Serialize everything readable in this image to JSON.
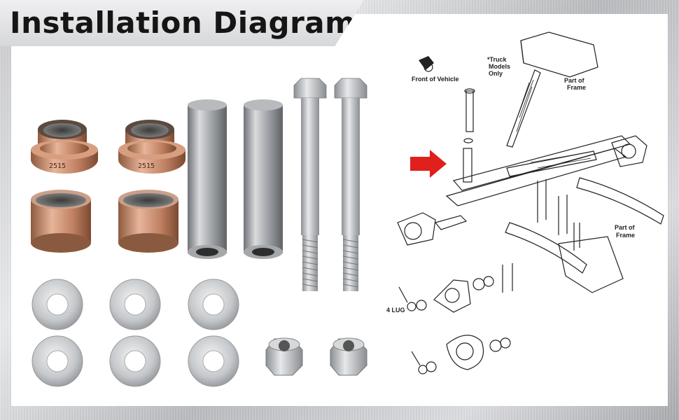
{
  "title": "Installation Diagram",
  "bushing_stamp": "2515",
  "diagram": {
    "front_of_vehicle": "Front of Vehicle",
    "truck_note_1": "*Truck",
    "truck_note_2": "Models",
    "truck_note_3": "Only",
    "part_of_frame_1a": "Part of",
    "part_of_frame_1b": "Frame",
    "part_of_frame_2a": "Part of",
    "part_of_frame_2b": "Frame",
    "four_lug": "4 LUG"
  },
  "colors": {
    "arrow": "#e0201c",
    "bronze": "#c98a66",
    "steel": "#9ea1a5"
  }
}
